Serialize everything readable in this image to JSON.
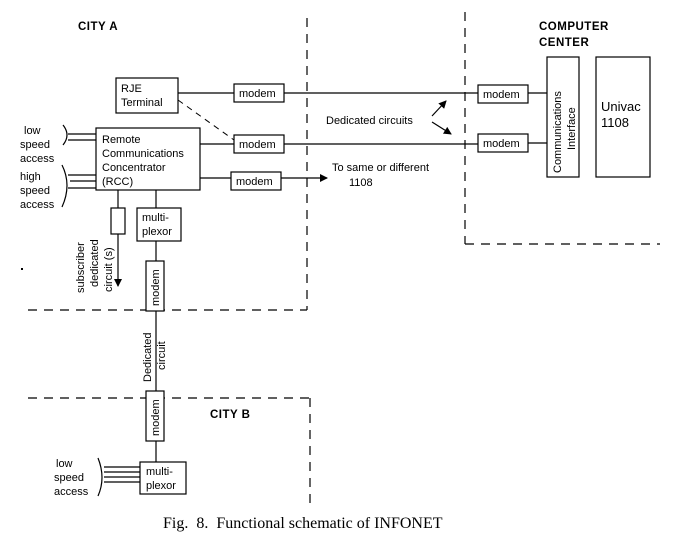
{
  "regions": {
    "city_a": "CITY A",
    "city_b": "CITY B",
    "computer_center": [
      "COMPUTER",
      "CENTER"
    ]
  },
  "nodes": {
    "rje_terminal": [
      "RJE",
      "Terminal"
    ],
    "rcc": [
      "Remote",
      "Communications",
      "Concentrator",
      "(RCC)"
    ],
    "multiplexor_a": [
      "multi-",
      "plexor"
    ],
    "multiplexor_b": [
      "multi-",
      "plexor"
    ],
    "comm_interface": [
      "Communications",
      "Interface"
    ],
    "univac": [
      "Univac",
      "1108"
    ],
    "modem": "modem"
  },
  "labels": {
    "low_speed_access_a": [
      "low",
      "speed",
      "access"
    ],
    "high_speed_access": [
      "high",
      "speed",
      "access"
    ],
    "low_speed_access_b": [
      "low",
      "speed",
      "access"
    ],
    "subscriber_circuit": [
      "subscriber",
      "dedicated",
      "circuit (s)"
    ],
    "dedicated_circuit_vertical": [
      "Dedicated",
      "circuit"
    ],
    "dedicated_circuits": "Dedicated circuits",
    "to_same_or_different": [
      "To same or different",
      "1108"
    ]
  },
  "caption": "Fig.  8.  Functional schematic of INFONET"
}
